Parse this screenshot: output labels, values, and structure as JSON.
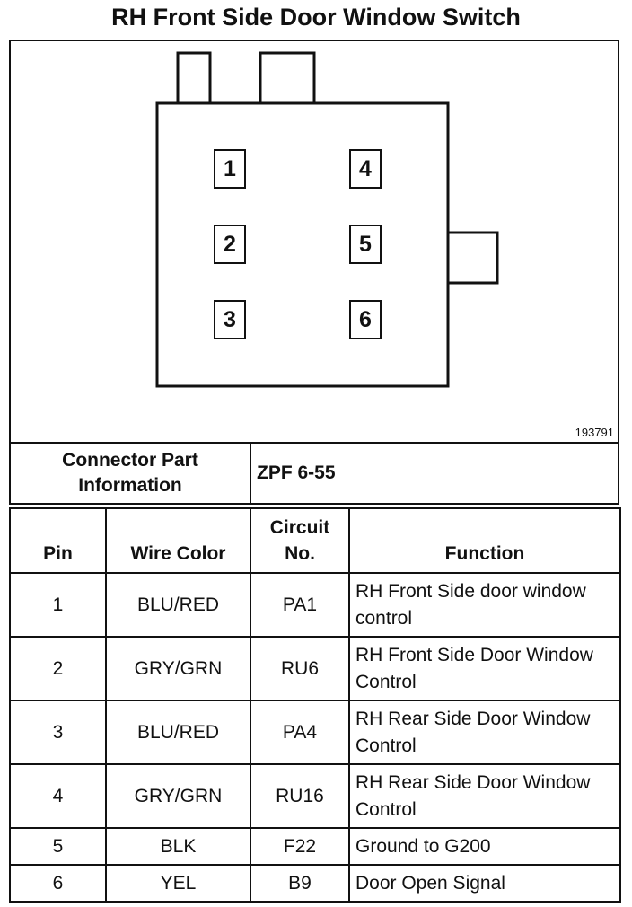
{
  "title": "RH Front Side Door Window Switch",
  "diagram_id": "193791",
  "connector": {
    "pins": [
      "1",
      "2",
      "3",
      "4",
      "5",
      "6"
    ]
  },
  "info": {
    "label": "Connector Part Information",
    "value": "ZPF 6-55"
  },
  "table": {
    "headers": {
      "pin": "Pin",
      "wire_color": "Wire Color",
      "circuit": "Circuit No.",
      "function": "Function"
    },
    "rows": [
      {
        "pin": "1",
        "wire_color": "BLU/RED",
        "circuit": "PA1",
        "function": "RH Front Side door window control"
      },
      {
        "pin": "2",
        "wire_color": "GRY/GRN",
        "circuit": "RU6",
        "function": "RH Front Side Door Window Control"
      },
      {
        "pin": "3",
        "wire_color": "BLU/RED",
        "circuit": "PA4",
        "function": "RH Rear Side Door Window Control"
      },
      {
        "pin": "4",
        "wire_color": "GRY/GRN",
        "circuit": "RU16",
        "function": "RH Rear Side Door Window Control"
      },
      {
        "pin": "5",
        "wire_color": "BLK",
        "circuit": "F22",
        "function": "Ground to G200"
      },
      {
        "pin": "6",
        "wire_color": "YEL",
        "circuit": "B9",
        "function": "Door Open Signal"
      }
    ]
  }
}
